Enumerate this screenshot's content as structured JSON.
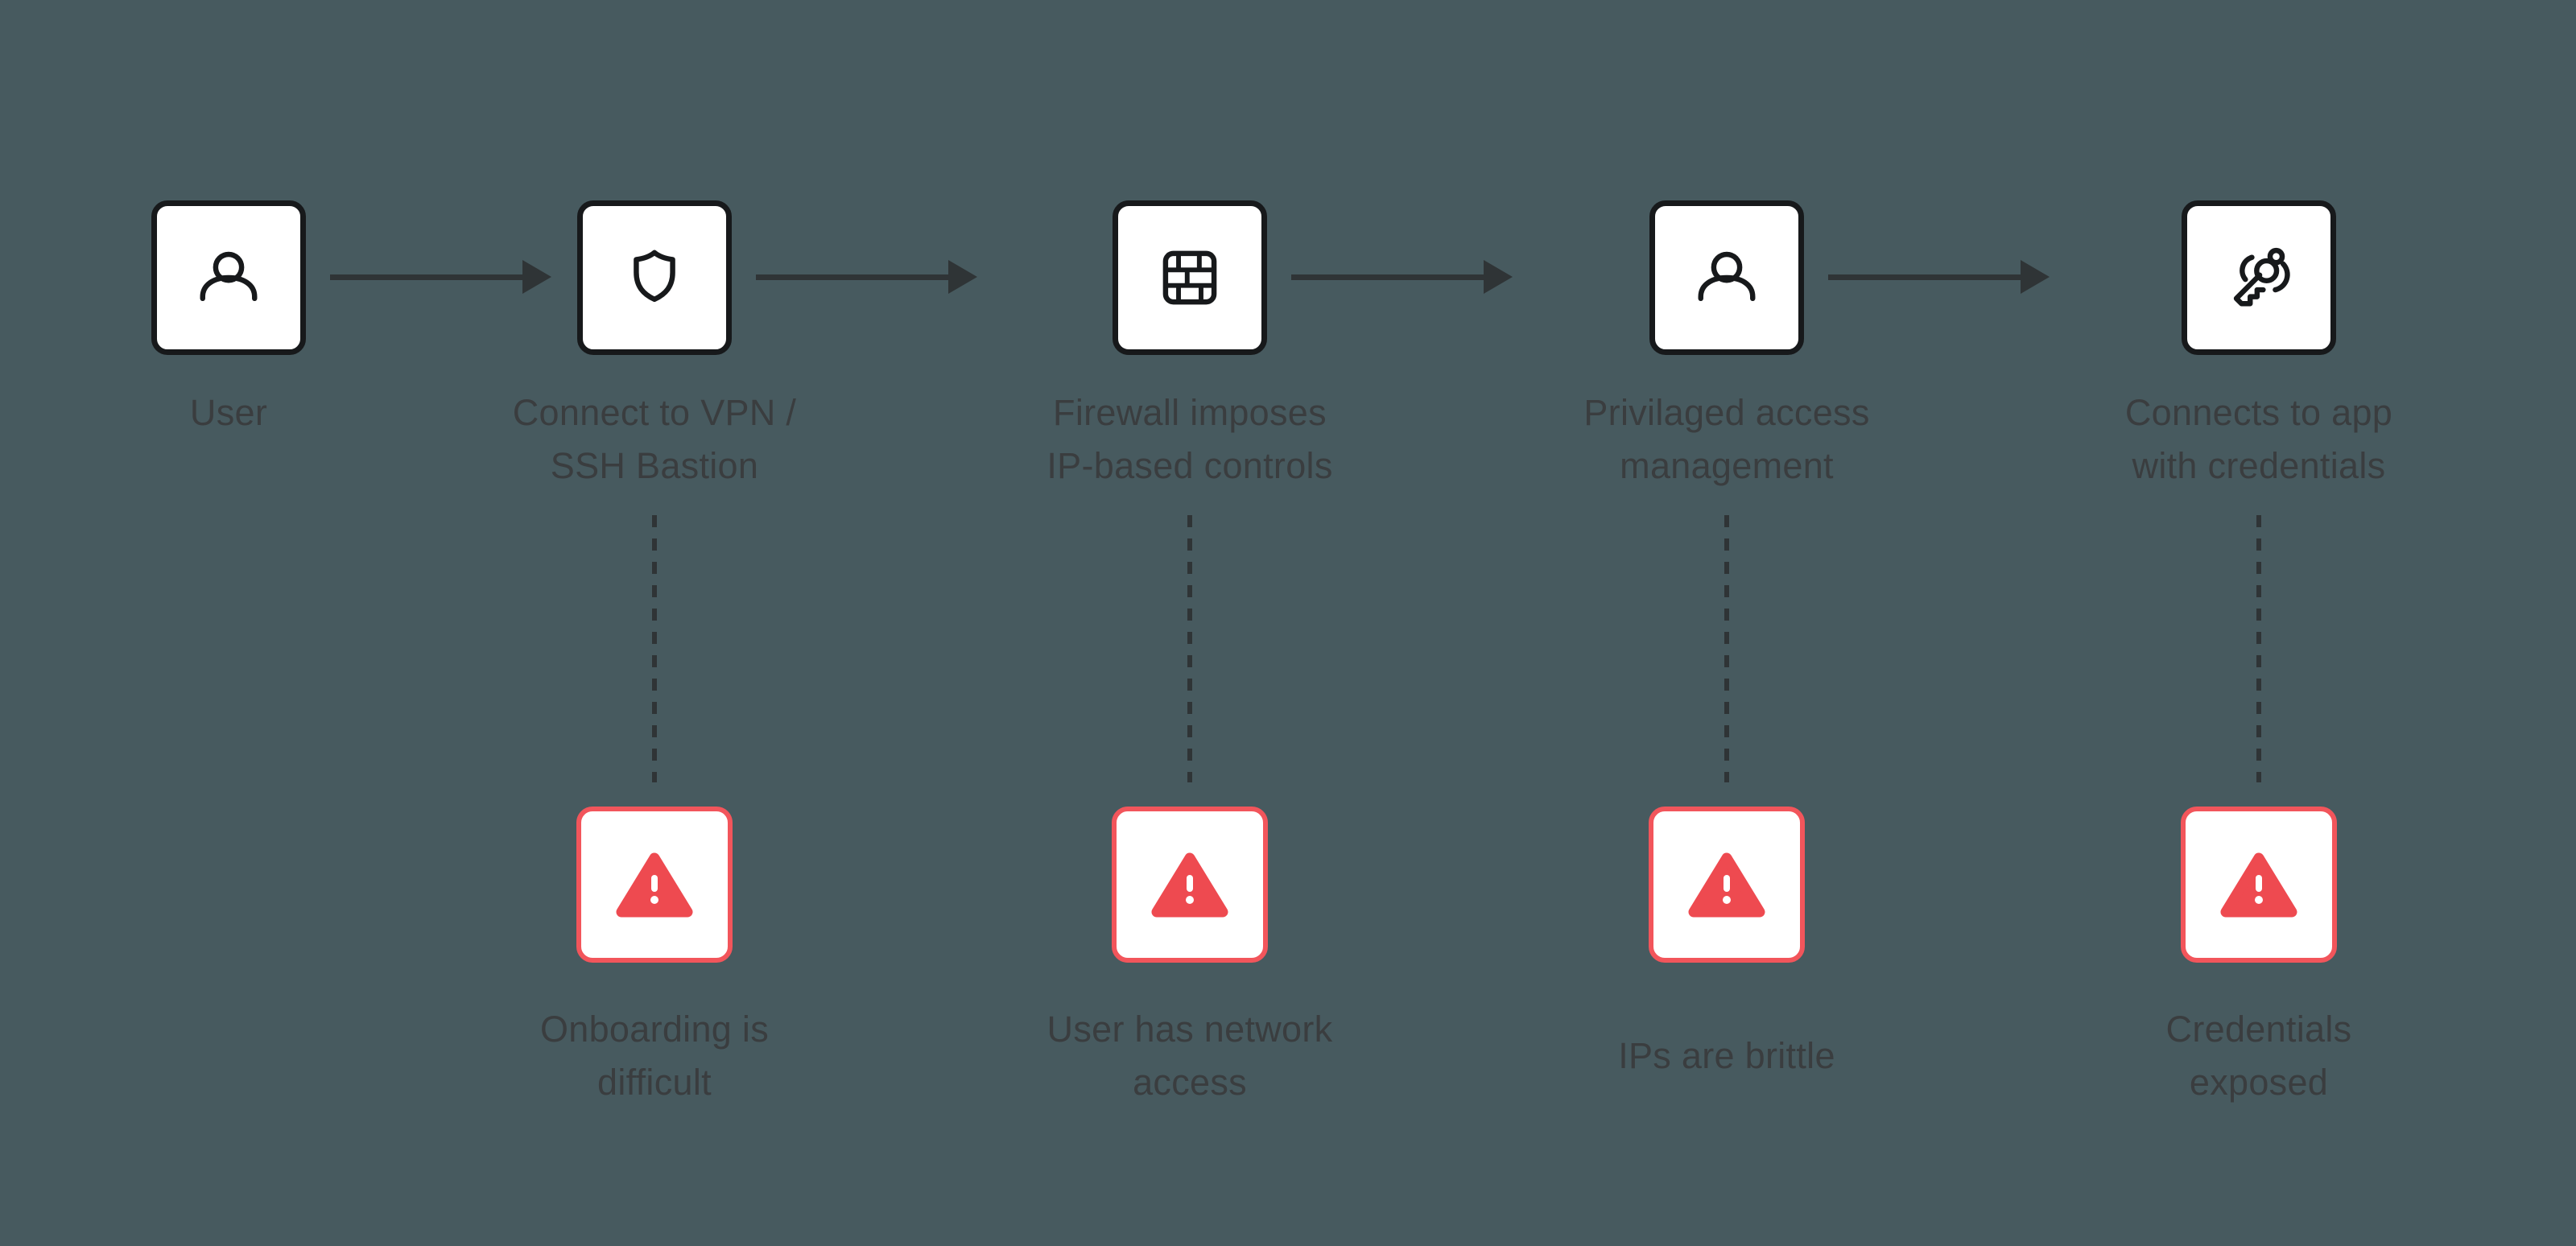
{
  "diagram": {
    "colors": {
      "bg": "#475A5F",
      "ink": "#17191B",
      "text": "#3A3D3F",
      "line": "#2F3436",
      "red": "#EE4A50",
      "red-border": "#F2555B"
    },
    "nodes": [
      {
        "icon": "user-icon",
        "label": "User"
      },
      {
        "icon": "shield-icon",
        "label": "Connect to VPN /\nSSH Bastion",
        "warning": "Onboarding is\ndifficult"
      },
      {
        "icon": "firewall-icon",
        "label": "Firewall imposes\nIP-based controls",
        "warning": "User has network\naccess"
      },
      {
        "icon": "user-icon",
        "label": "Privilaged access\nmanagement",
        "warning": "IPs are brittle"
      },
      {
        "icon": "keys-icon",
        "label": "Connects to app\nwith credentials",
        "warning": "Credentials\nexposed"
      }
    ]
  }
}
